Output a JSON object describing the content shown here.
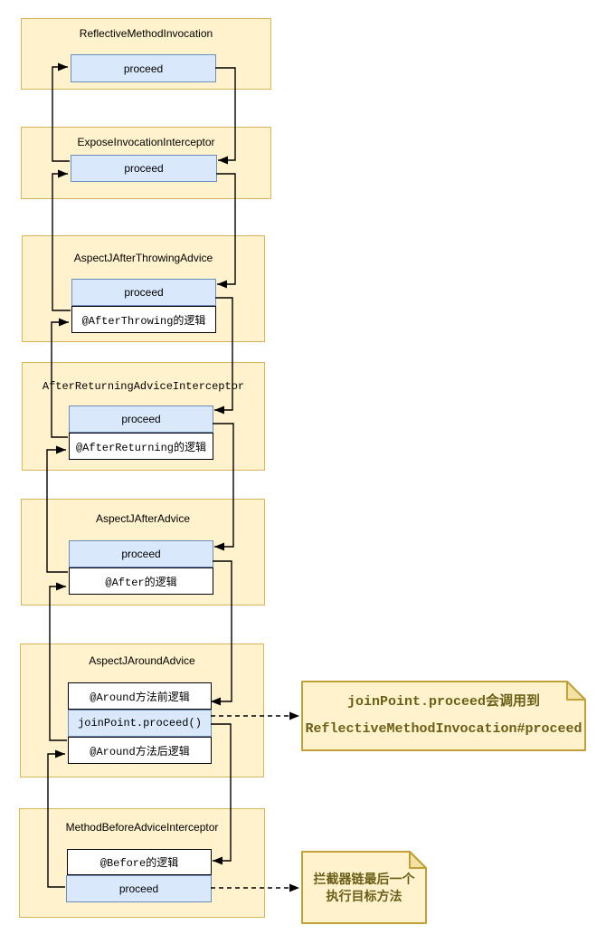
{
  "diagram": {
    "groups": [
      {
        "title": "ReflectiveMethodInvocation",
        "rows": [
          {
            "label": "proceed"
          }
        ]
      },
      {
        "title": "ExposeInvocationInterceptor",
        "rows": [
          {
            "label": "proceed"
          }
        ]
      },
      {
        "title": "AspectJAfterThrowingAdvice",
        "rows": [
          {
            "label": "proceed"
          },
          {
            "label": "@AfterThrowing的逻辑"
          }
        ]
      },
      {
        "title": "AfterReturningAdviceInterceptor",
        "rows": [
          {
            "label": "proceed"
          },
          {
            "label": "@AfterReturning的逻辑"
          }
        ]
      },
      {
        "title": "AspectJAfterAdvice",
        "rows": [
          {
            "label": "proceed"
          },
          {
            "label": "@After的逻辑"
          }
        ]
      },
      {
        "title": "AspectJAroundAdvice",
        "rows": [
          {
            "label": "@Around方法前逻辑"
          },
          {
            "label": "joinPoint.proceed()"
          },
          {
            "label": "@Around方法后逻辑"
          }
        ]
      },
      {
        "title": "MethodBeforeAdviceInterceptor",
        "rows": [
          {
            "label": "@Before的逻辑"
          },
          {
            "label": "proceed"
          }
        ]
      }
    ],
    "notes": [
      {
        "lines": [
          "joinPoint.proceed会调用到",
          "ReflectiveMethodInvocation#proceed"
        ]
      },
      {
        "lines": [
          "拦截器链最后一个",
          "执行目标方法"
        ]
      }
    ],
    "colors": {
      "container_fill": "#FFF2CC",
      "container_border": "#D6B656",
      "proceed_fill": "#DAE8FC",
      "proceed_border": "#6C8EBF",
      "logic_fill": "#FFFFFF",
      "logic_border": "#000000",
      "note_fill": "#FFF2CC",
      "note_border": "#BFA138",
      "note_text": "#6B5F17",
      "arrow": "#000000"
    }
  }
}
